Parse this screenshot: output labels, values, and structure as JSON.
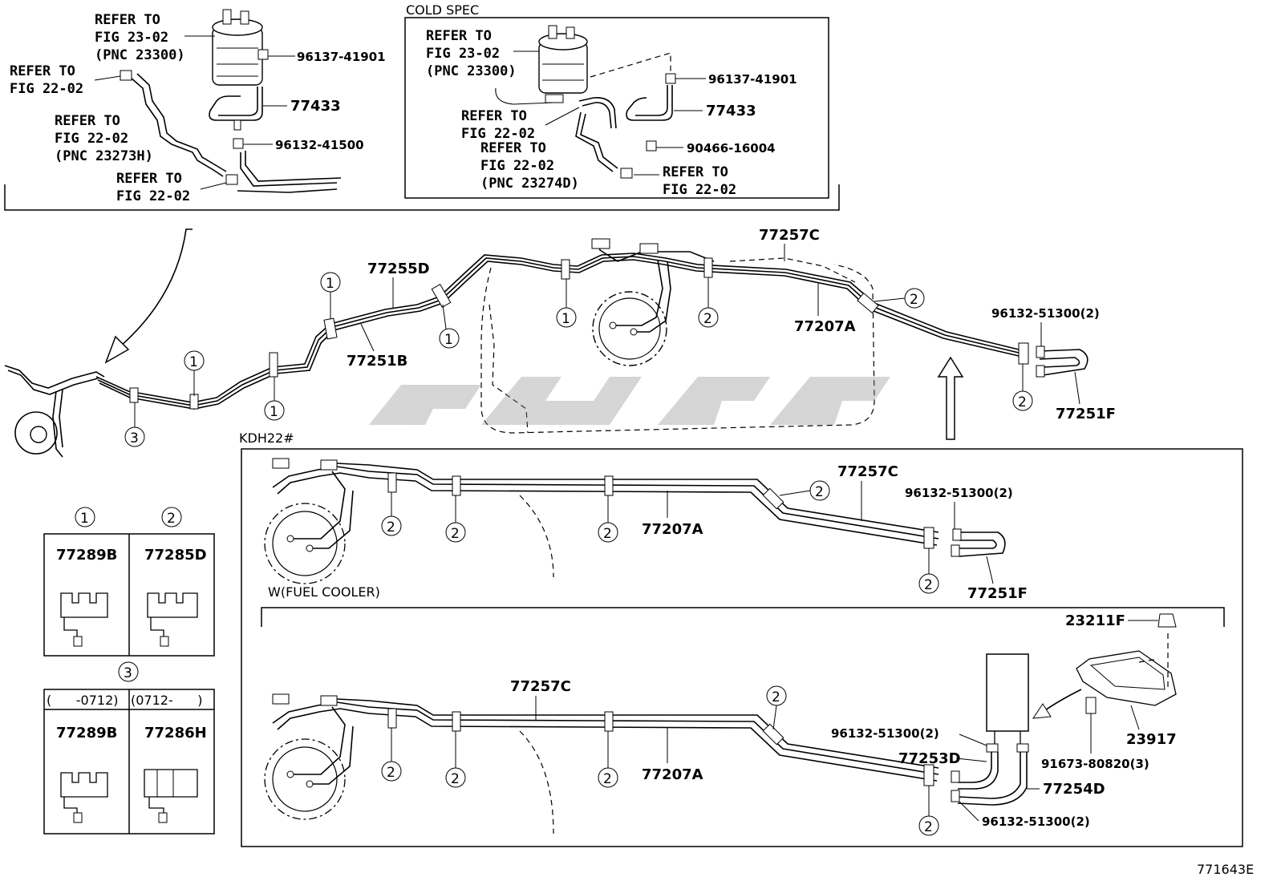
{
  "diagram": {
    "top_left_inset": {
      "refer_fig23": [
        "REFER TO",
        "FIG 23-02",
        "(PNC 23300)"
      ],
      "refer_fig22_a": [
        "REFER TO",
        "FIG 22-02"
      ],
      "refer_fig22_pnc": [
        "REFER TO",
        "FIG 22-02",
        "(PNC 23273H)"
      ],
      "refer_fig22_b": [
        "REFER TO",
        "FIG 22-02"
      ],
      "part_clamp_top": "96137-41901",
      "part_hose": "77433",
      "part_clamp_bottom": "96132-41500"
    },
    "cold_spec_inset": {
      "title": "COLD SPEC",
      "refer_fig23": [
        "REFER TO",
        "FIG 23-02",
        "(PNC 23300)"
      ],
      "refer_fig22_a": [
        "REFER TO",
        "FIG 22-02"
      ],
      "refer_fig22_pnc": [
        "REFER TO",
        "FIG 22-02",
        "(PNC 23274D)"
      ],
      "refer_fig22_b": [
        "REFER TO",
        "FIG 22-02"
      ],
      "part_clamp_top": "96137-41901",
      "part_hose": "77433",
      "part_clamp_bottom": "90466-16004"
    },
    "main_assembly": {
      "parts": [
        "77255D",
        "77251B",
        "77257C",
        "77207A",
        "96132-51300(2)",
        "77251F"
      ],
      "clamp_markers": [
        "1",
        "2",
        "3"
      ]
    },
    "kdh_section": {
      "title": "KDH22#",
      "parts": [
        "77257C",
        "96132-51300(2)",
        "77207A",
        "77251F"
      ],
      "sub_title": "W(FUEL COOLER)",
      "fuel_cooler_parts": [
        "23211F",
        "77257C",
        "96132-51300(2)",
        "77253D",
        "77207A",
        "77254D",
        "96132-51300(2)",
        "23917",
        "91673-80820(3)"
      ]
    },
    "legend_1_2": {
      "headers": [
        "1",
        "2"
      ],
      "parts": [
        "77289B",
        "77285D"
      ]
    },
    "legend_3": {
      "header": "3",
      "columns": [
        "(      -0712)",
        "(0712-      )"
      ],
      "parts": [
        "77289B",
        "77286H"
      ]
    },
    "figure_code": "771643E"
  }
}
